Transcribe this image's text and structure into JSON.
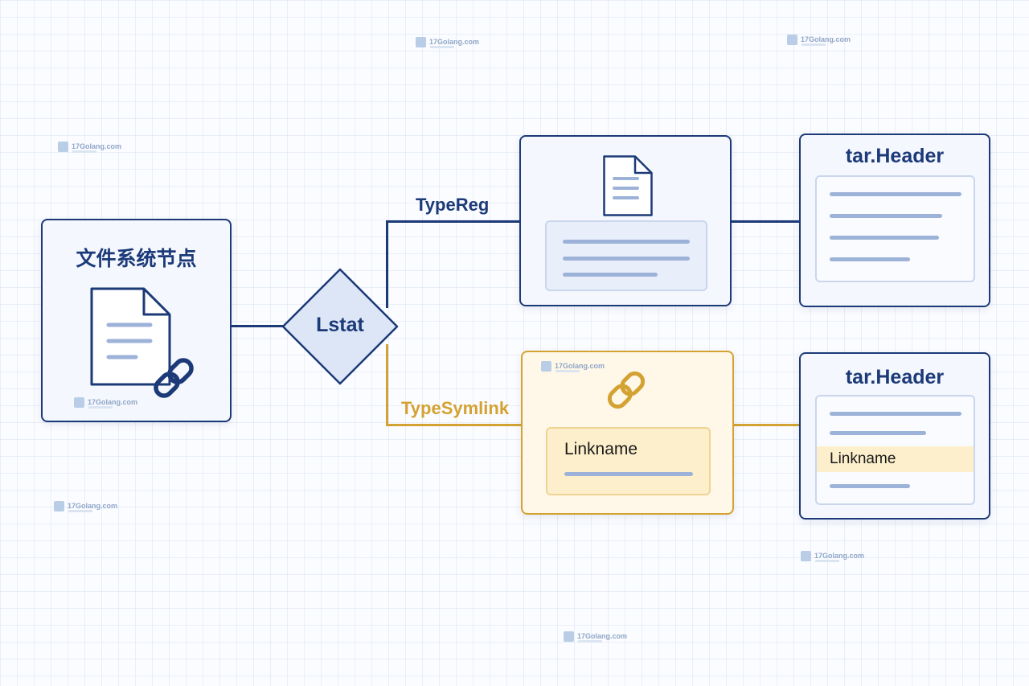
{
  "nodes": {
    "source": {
      "title": "文件系统节点"
    },
    "decision": {
      "label": "Lstat"
    },
    "regular_file": {},
    "symlink": {
      "field_label": "Linkname"
    },
    "header_reg": {
      "title": "tar.Header"
    },
    "header_symlink": {
      "title": "tar.Header",
      "highlight_field": "Linkname"
    }
  },
  "edges": {
    "regular": {
      "label": "TypeReg",
      "color": "#1c3a78"
    },
    "symlink": {
      "label": "TypeSymlink",
      "color": "#d4a232"
    }
  },
  "icons": {
    "source": [
      "document-icon",
      "link-icon"
    ],
    "regular_file": [
      "document-icon"
    ],
    "symlink": [
      "link-icon"
    ]
  },
  "watermark": {
    "text": "17Golang.com"
  },
  "colors": {
    "primary": "#1c3a78",
    "accent": "#d4a232",
    "highlight": "#fdefcc",
    "content_line": "#9db2d8"
  }
}
